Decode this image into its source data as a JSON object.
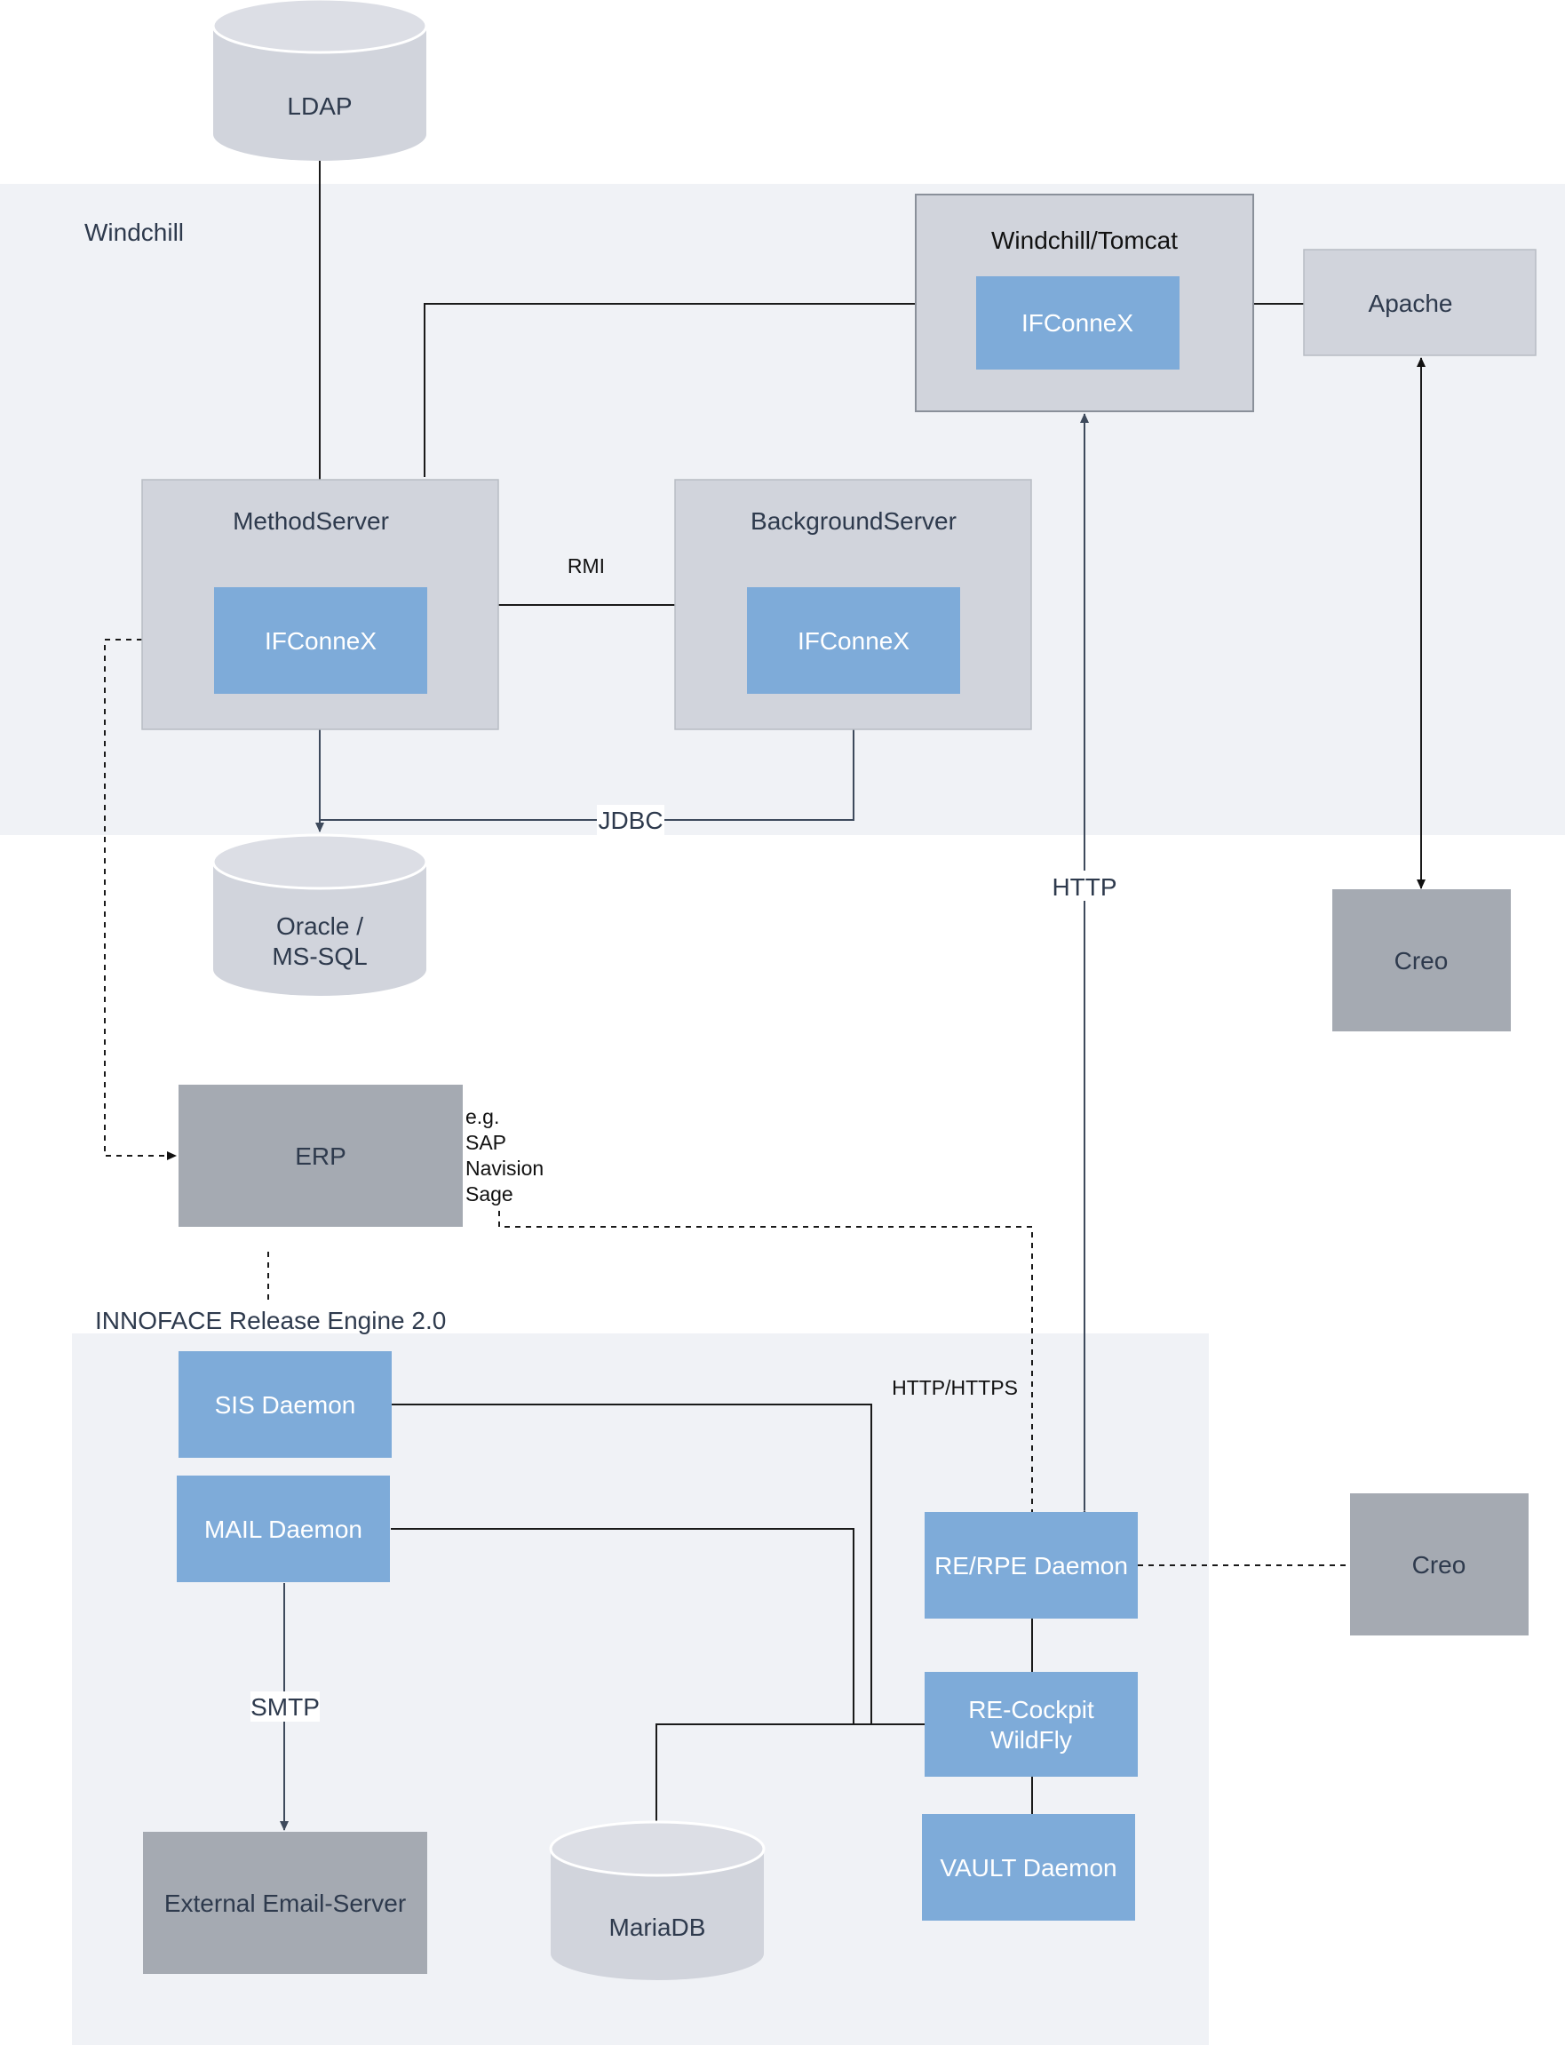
{
  "regions": {
    "windchill": "Windchill",
    "innoface": "INNOFACE Release Engine 2.0"
  },
  "nodes": {
    "ldap": "LDAP",
    "windchill_tomcat": "Windchill/Tomcat",
    "ifconnex_tomcat": "IFConneX",
    "apache": "Apache",
    "method_server": "MethodServer",
    "ifconnex_method": "IFConneX",
    "background_server": "BackgroundServer",
    "ifconnex_background": "IFConneX",
    "oracle_line1": "Oracle /",
    "oracle_line2": "MS-SQL",
    "creo_top": "Creo",
    "erp": "ERP",
    "erp_examples": [
      "e.g.",
      "SAP",
      "Navision",
      "Sage"
    ],
    "sis_daemon": "SIS Daemon",
    "mail_daemon": "MAIL Daemon",
    "re_rpe_daemon": "RE/RPE Daemon",
    "creo_bottom": "Creo",
    "re_cockpit_line1": "RE-Cockpit",
    "re_cockpit_line2": "WildFly",
    "vault_daemon": "VAULT Daemon",
    "external_email": "External Email-Server",
    "mariadb": "MariaDB"
  },
  "edge_labels": {
    "rmi": "RMI",
    "jdbc": "JDBC",
    "http": "HTTP",
    "http_https": "HTTP/HTTPS",
    "smtp": "SMTP"
  },
  "colors": {
    "region_bg": "#f0f2f6",
    "container_gray": "#d1d4dc",
    "component_blue": "#7eabd9",
    "external_gray": "#a5aab2",
    "text_dark": "#2e3a4d"
  }
}
